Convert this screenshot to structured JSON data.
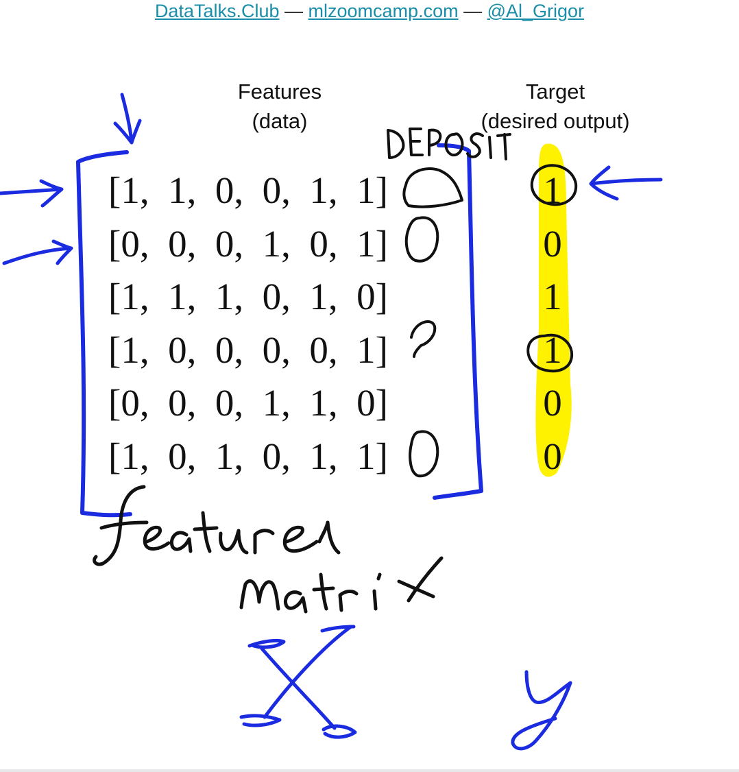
{
  "header": {
    "link1": "DataTalks.Club",
    "sep1": " — ",
    "link2": "mlzoomcamp.com",
    "sep2": " — ",
    "link3": "@Al_Grigor"
  },
  "features_heading": {
    "line1": "Features",
    "line2": "(data)"
  },
  "target_heading": {
    "line1": "Target",
    "line2": "(desired output)"
  },
  "matrix_rows": [
    "[1,  1,  0,  0,  1,  1]",
    "[0,  0,  0,  1,  0,  1]",
    "[1,  1,  1,  0,  1,  0]",
    "[1,  0,  0,  0,  0,  1]",
    "[0,  0,  0,  1,  1,  0]",
    "[1,  0,  1,  0,  1,  1]"
  ],
  "target_values": [
    "1",
    "0",
    "1",
    "1",
    "0",
    "0"
  ],
  "handwriting": {
    "deposit_note": "DEPOSIT",
    "feature_matrix_note": "feature matrix",
    "x_symbol": "X",
    "y_symbol": "y"
  },
  "colors": {
    "link": "#1a8ea8",
    "ink_blue": "#1a2be0",
    "ink_black": "#111111",
    "highlight": "#fff200"
  }
}
